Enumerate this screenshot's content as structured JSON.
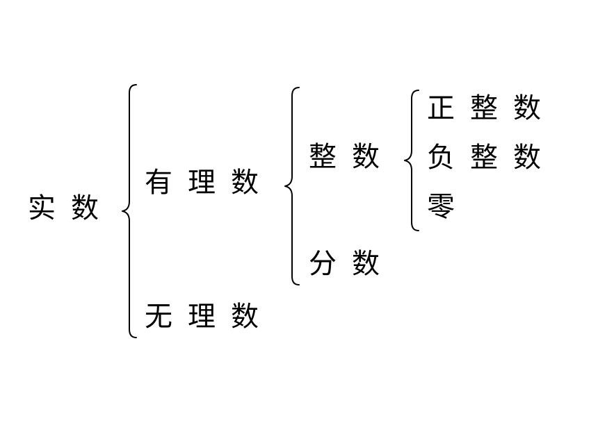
{
  "root": "实数",
  "level1": [
    {
      "label": "有理数"
    },
    {
      "label": "无理数"
    }
  ],
  "rational_children": [
    {
      "label": "整数"
    },
    {
      "label": "分数"
    }
  ],
  "integer_children": [
    {
      "label": "正整数"
    },
    {
      "label": "负整数"
    },
    {
      "label": "零"
    }
  ],
  "colors": {
    "text": "#000000",
    "background": "#ffffff"
  }
}
